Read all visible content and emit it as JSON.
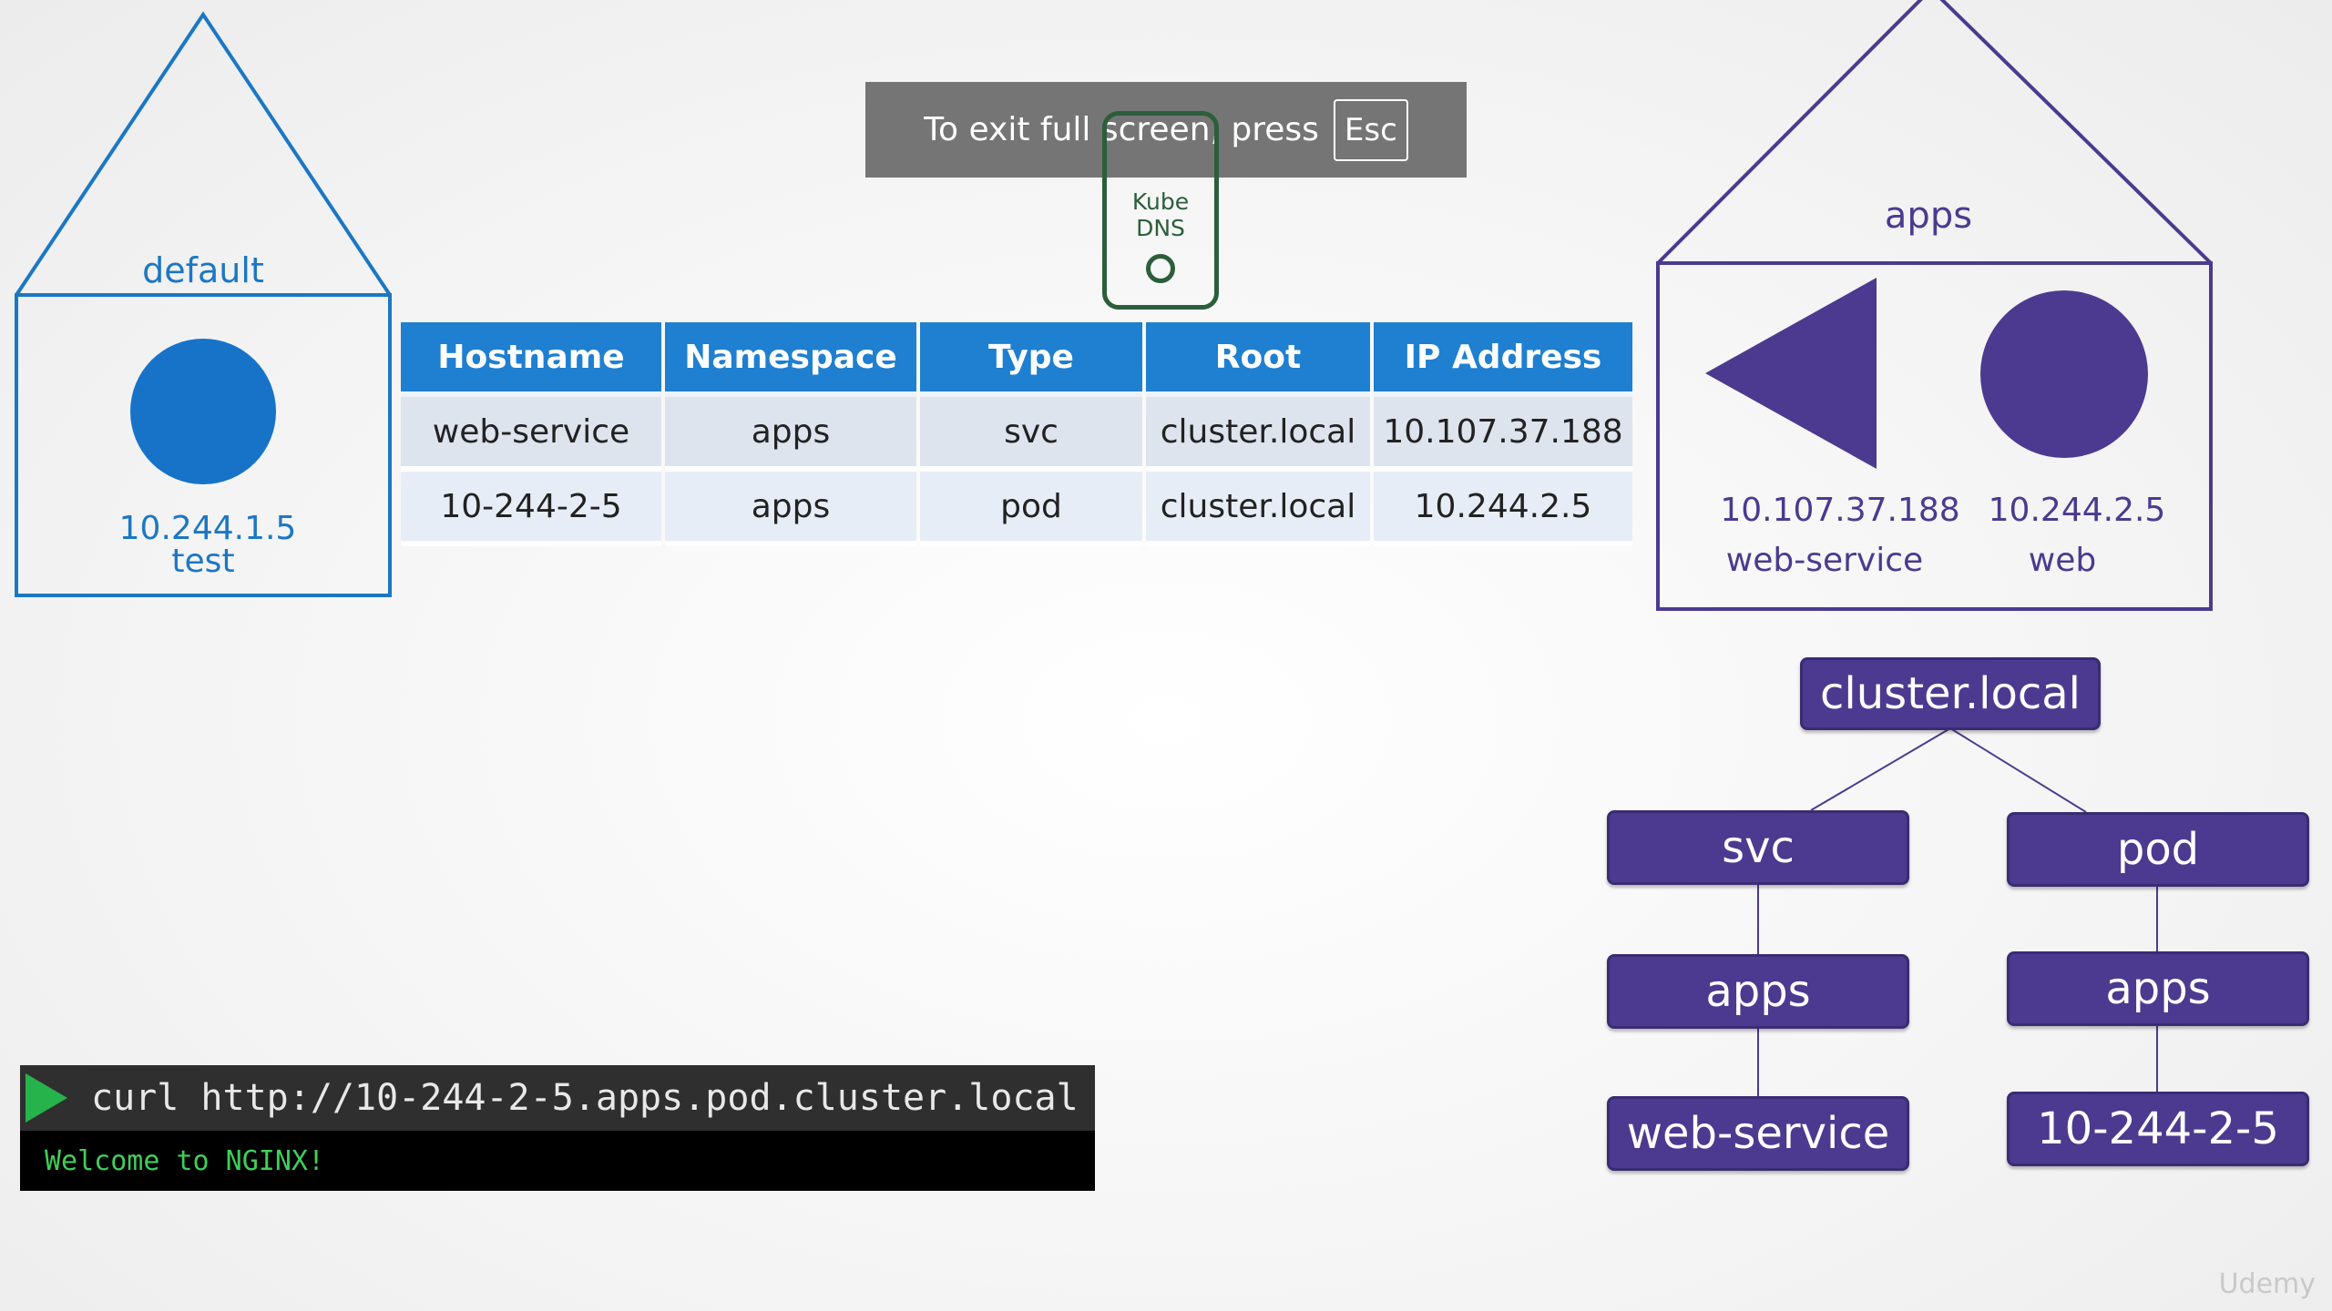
{
  "fullscreen_notice": {
    "text": "To exit full screen, press",
    "key": "Esc"
  },
  "kube_dns": {
    "line1": "Kube",
    "line2": "DNS"
  },
  "namespace_default": {
    "label": "default",
    "pod_ip": "10.244.1.5",
    "pod_name": "test",
    "color": "#1c77c3"
  },
  "namespace_apps": {
    "label": "apps",
    "service_ip": "10.107.37.188",
    "service_name": "web-service",
    "pod_ip": "10.244.2.5",
    "pod_name": "web",
    "color": "#4b3a8f"
  },
  "table": {
    "headers": [
      "Hostname",
      "Namespace",
      "Type",
      "Root",
      "IP Address"
    ],
    "rows": [
      [
        "web-service",
        "apps",
        "svc",
        "cluster.local",
        "10.107.37.188"
      ],
      [
        "10-244-2-5",
        "apps",
        "pod",
        "cluster.local",
        "10.244.2.5"
      ]
    ]
  },
  "tree": {
    "root": "cluster.local",
    "svc": "svc",
    "svc_ns": "apps",
    "svc_name": "web-service",
    "pod": "pod",
    "pod_ns": "apps",
    "pod_name": "10-244-2-5"
  },
  "terminal": {
    "command": "curl http://10-244-2-5.apps.pod.cluster.local",
    "output": "Welcome to NGINX!"
  },
  "watermark": "Udemy"
}
